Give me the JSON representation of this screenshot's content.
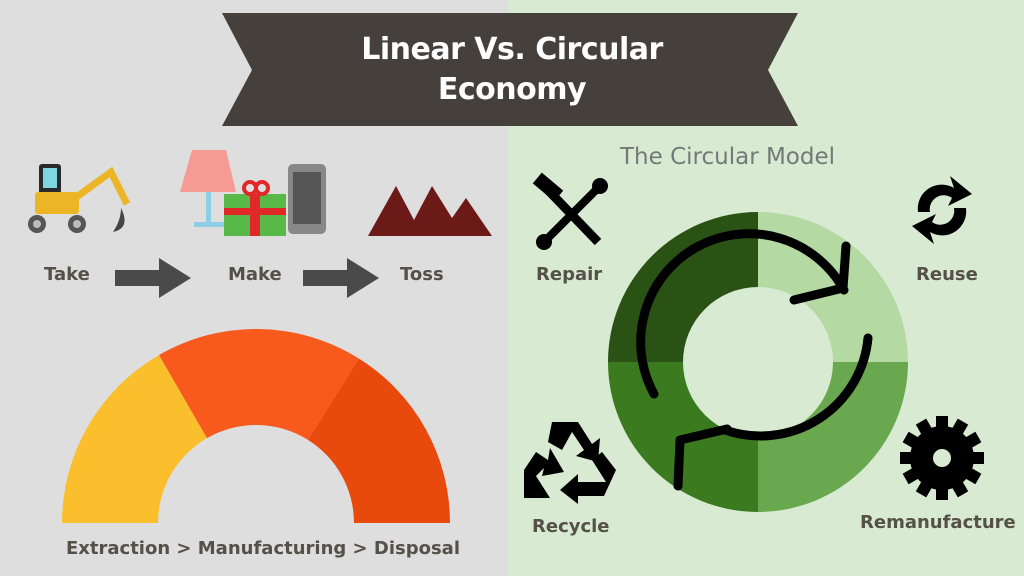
{
  "title": {
    "line1": "Linear Vs. Circular",
    "line2": "Economy"
  },
  "linear": {
    "steps": [
      {
        "label": "Take",
        "icon": "excavator-icon"
      },
      {
        "label": "Make",
        "icon": "products-icon"
      },
      {
        "label": "Toss",
        "icon": "landfill-icon"
      }
    ],
    "gauge_segments": [
      "Extraction",
      "Manufacturing",
      "Disposal"
    ],
    "gauge_colors": [
      "#fbbf2e",
      "#f75a1c",
      "#e84a0e"
    ],
    "caption": "Extraction > Manufacturing > Disposal"
  },
  "circular": {
    "heading": "The Circular Model",
    "stages": [
      {
        "label": "Repair",
        "icon": "tools-icon"
      },
      {
        "label": "Reuse",
        "icon": "refresh-icon"
      },
      {
        "label": "Remanufacture",
        "icon": "gear-icon"
      },
      {
        "label": "Recycle",
        "icon": "recycle-icon"
      }
    ],
    "ring_colors": [
      "#2a5214",
      "#b5d9a3",
      "#6aa84f",
      "#3b7a1f"
    ]
  },
  "colors": {
    "banner": "#45403c",
    "left_bg": "#dedede",
    "right_bg": "#d8ebd2"
  }
}
